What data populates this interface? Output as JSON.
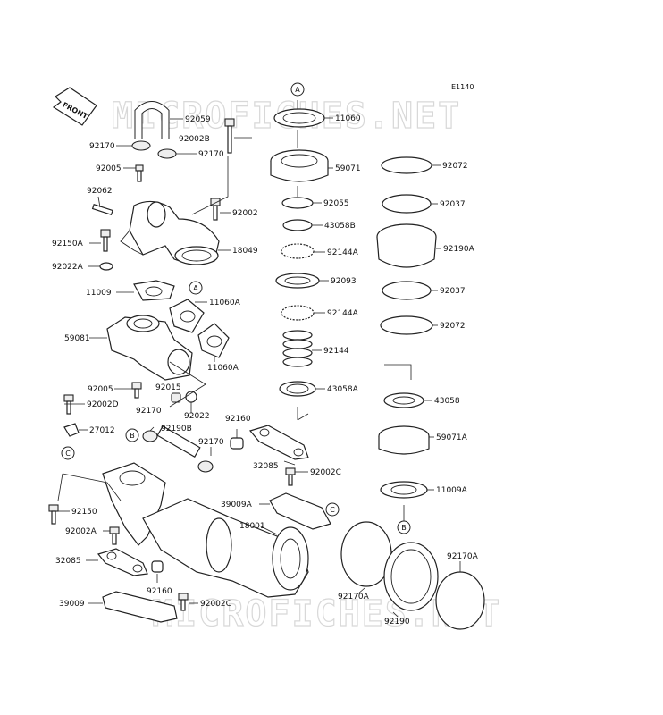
{
  "diagram_code": "E1140",
  "front_badge": "FRONT",
  "watermarks": [
    "MICROFICHES.NET",
    "MICROFICHES.NET"
  ],
  "callouts": [
    {
      "id": "callout-a-top",
      "letter": "A"
    },
    {
      "id": "callout-a-mid",
      "letter": "A"
    },
    {
      "id": "callout-b-left",
      "letter": "B"
    },
    {
      "id": "callout-b-right",
      "letter": "B"
    },
    {
      "id": "callout-c-left",
      "letter": "C"
    },
    {
      "id": "callout-c-right",
      "letter": "C"
    }
  ],
  "part_labels": [
    "92059",
    "92002B",
    "92170",
    "92170",
    "92005",
    "92062",
    "92002",
    "92150A",
    "18049",
    "92022A",
    "11009",
    "11060A",
    "59081",
    "11060A",
    "92015",
    "92005",
    "92002D",
    "92022",
    "92170",
    "92190B",
    "27012",
    "92160",
    "92170",
    "32085",
    "92002C",
    "92150",
    "39009A",
    "18001",
    "92002A",
    "32085",
    "92160",
    "39009",
    "92002C",
    "11060",
    "59071",
    "92055",
    "43058B",
    "92144A",
    "92093",
    "92144A",
    "92144",
    "43058A",
    "92072",
    "92037",
    "92190A",
    "92037",
    "92072",
    "43058",
    "59071A",
    "11009A",
    "92170A",
    "92170A",
    "92190"
  ]
}
